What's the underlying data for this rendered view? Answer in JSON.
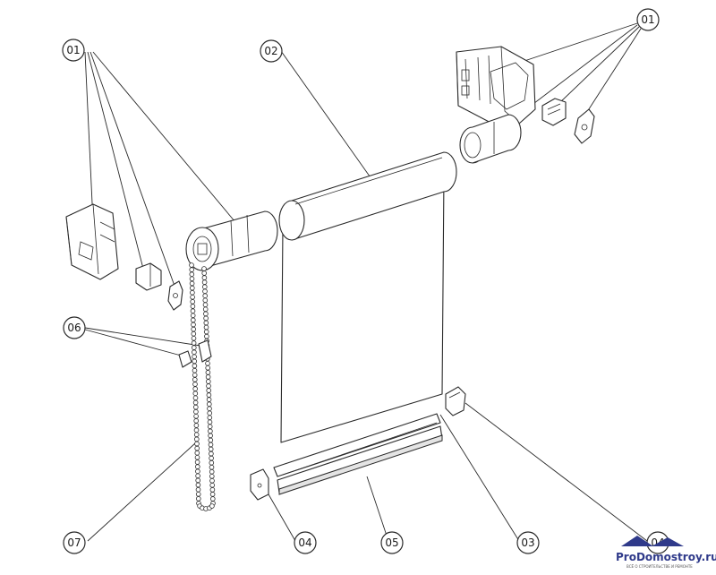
{
  "callouts": {
    "c01_left": "01",
    "c01_right": "01",
    "c02": "02",
    "c06": "06",
    "c07": "07",
    "c04_left": "04",
    "c05": "05",
    "c03": "03",
    "c04_right": "04"
  },
  "watermark": {
    "brand": "ProDomostroy.ru",
    "tagline": "ВСЁ О СТРОИТЕЛЬСТВЕ И РЕМОНТЕ"
  }
}
